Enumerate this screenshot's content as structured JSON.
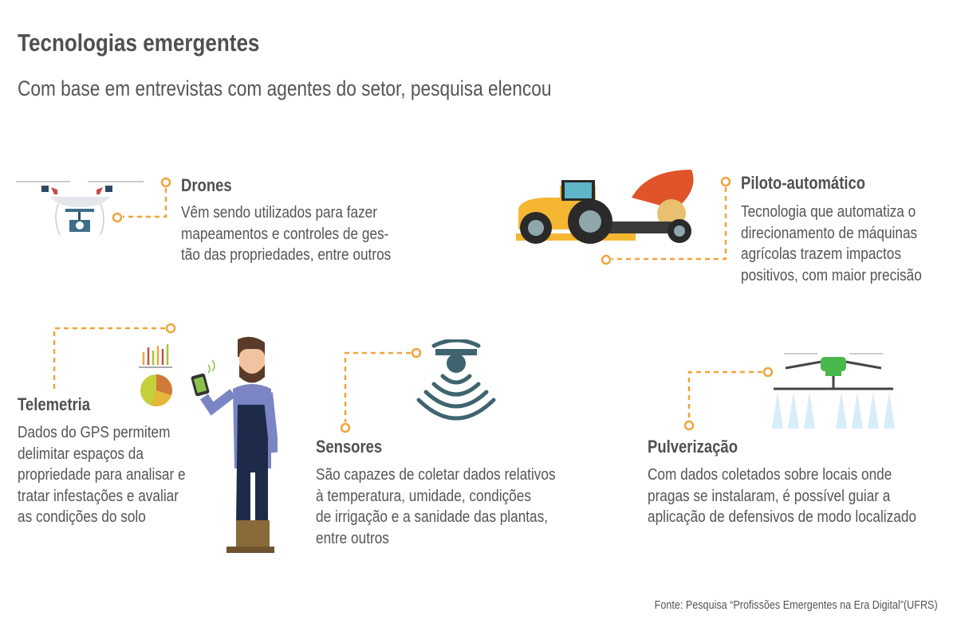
{
  "header": {
    "title": "Tecnologias emergentes",
    "subtitle": "Com base em entrevistas com agentes do setor, pesquisa elencou"
  },
  "items": [
    {
      "heading": "Drones",
      "lines": [
        "Vêm sendo utilizados para fazer",
        "mapeamentos e controles de ges-",
        "tão das propriedades, entre outros"
      ],
      "icon": "drone-icon"
    },
    {
      "heading": "Piloto-automático",
      "lines": [
        "Tecnologia que automatiza o",
        "direcionamento de máquinas",
        "agrícolas trazem impactos",
        "positivos, com maior precisão"
      ],
      "icon": "tractor-icon"
    },
    {
      "heading": "Telemetria",
      "lines": [
        "Dados do GPS permitem",
        "delimitar espaços da",
        "propriedade para analisar e",
        "tratar infestações e avaliar",
        "as condições do solo"
      ],
      "icon": "farmer-with-tablet-icon"
    },
    {
      "heading": "Sensores",
      "lines": [
        "São capazes de coletar dados relativos",
        "à temperatura, umidade, condições",
        "de irrigação e a sanidade das plantas,",
        "entre outros"
      ],
      "icon": "sensor-signal-icon"
    },
    {
      "heading": "Pulverização",
      "lines": [
        "Com dados coletados sobre locais onde",
        "pragas se instalaram, é possível guiar a",
        "aplicação de defensivos de modo localizado"
      ],
      "icon": "spray-drone-icon"
    }
  ],
  "footer": {
    "source": "Fonte: Pesquisa “Profissões Emergentes na Era Digital”(UFRS)"
  },
  "colors": {
    "accent": "#F0A43A",
    "text": "#555555",
    "tractor": "#F5B731",
    "hood": "#E0532B",
    "sensor": "#3F6470"
  }
}
